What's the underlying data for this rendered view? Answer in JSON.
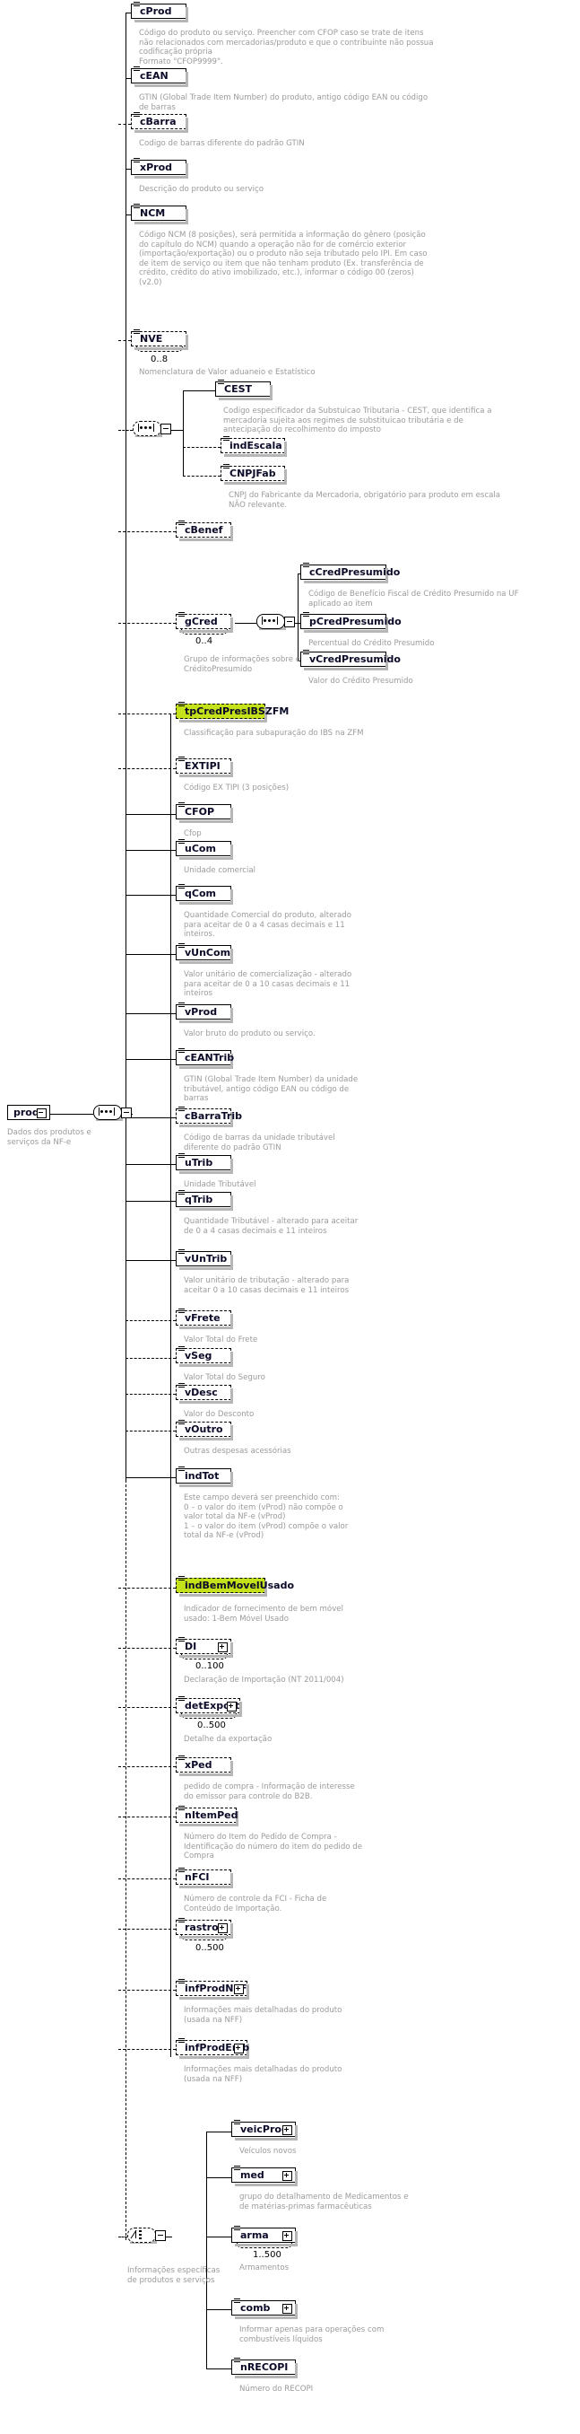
{
  "diagram": {
    "title": "prod",
    "root": {
      "label": "prod",
      "annotation": "Dados dos produtos e serviços da NF-e"
    },
    "cardinality_labels": {
      "nve": "0..8",
      "gcred": "0..4",
      "di": "0..100",
      "detexport": "0..500",
      "rastro": "0..500",
      "arma": "1..500"
    },
    "compositor_annotation_main": "",
    "choice_annotation": "Informações específicas de produtos e serviços"
  },
  "nodes": [
    {
      "name": "cProd",
      "optional": false,
      "highlight": false,
      "annotation": "Código do produto ou serviço. Preencher com CFOP caso se trate de itens não relacionados com mercadorias/produto e que o contribuinte não possua codificação própria\nFormato \"CFOP9999\"."
    },
    {
      "name": "cEAN",
      "optional": false,
      "highlight": false,
      "annotation": "GTIN (Global Trade Item Number) do produto, antigo código EAN ou código de barras"
    },
    {
      "name": "cBarra",
      "optional": true,
      "highlight": false,
      "annotation": "Codigo de barras diferente do padrão GTIN"
    },
    {
      "name": "xProd",
      "optional": false,
      "highlight": false,
      "annotation": "Descrição do produto ou serviço"
    },
    {
      "name": "NCM",
      "optional": false,
      "highlight": false,
      "annotation": "Código NCM (8 posições), será permitida a informação do gênero (posição do capítulo do NCM) quando a operação não for de comércio exterior (importação/exportação) ou o produto não seja tributado pelo IPI. Em caso de item de serviço ou item que não tenham produto (Ex. transferência de crédito, crédito do ativo imobilizado, etc.), informar o código 00 (zeros) (v2.0)"
    },
    {
      "name": "NVE",
      "optional": true,
      "highlight": false,
      "cardinality": "0..8",
      "annotation": "Nomenclatura de Valor aduaneio e Estatístico"
    },
    {
      "name": "CEST",
      "optional": false,
      "highlight": false,
      "annotation": "Codigo especificador da Substuicao Tributaria - CEST, que identifica a mercadoria sujeita aos regimes de  substituicao tributária e de antecipação do recolhimento  do imposto"
    },
    {
      "name": "indEscala",
      "optional": true,
      "highlight": false,
      "annotation": ""
    },
    {
      "name": "CNPJFab",
      "optional": true,
      "highlight": false,
      "annotation": "CNPJ do Fabricante da Mercadoria, obrigatório para produto em escala NÃO relevante."
    },
    {
      "name": "cBenef",
      "optional": true,
      "highlight": false,
      "annotation": ""
    },
    {
      "name": "cCredPresumido",
      "optional": false,
      "highlight": false,
      "annotation": "Código de Benefício Fiscal de Crédito Presumido na UF aplicado ao item"
    },
    {
      "name": "pCredPresumido",
      "optional": false,
      "highlight": false,
      "annotation": "Percentual do Crédito Presumido"
    },
    {
      "name": "vCredPresumido",
      "optional": false,
      "highlight": false,
      "annotation": "Valor do Crédito Presumido"
    },
    {
      "name": "gCred",
      "optional": true,
      "highlight": false,
      "cardinality": "0..4",
      "annotation": "Grupo de informações sobre o CréditoPresumido"
    },
    {
      "name": "tpCredPresIBSZFM",
      "optional": true,
      "highlight": true,
      "annotation": "Classificação para subapuração do IBS na ZFM"
    },
    {
      "name": "EXTIPI",
      "optional": true,
      "highlight": false,
      "annotation": "Código EX TIPI (3 posições)"
    },
    {
      "name": "CFOP",
      "optional": false,
      "highlight": false,
      "annotation": "Cfop"
    },
    {
      "name": "uCom",
      "optional": false,
      "highlight": false,
      "annotation": "Unidade comercial"
    },
    {
      "name": "qCom",
      "optional": false,
      "highlight": false,
      "annotation": "Quantidade Comercial  do produto, alterado para aceitar de 0 a 4 casas decimais e 11 inteiros."
    },
    {
      "name": "vUnCom",
      "optional": false,
      "highlight": false,
      "annotation": "Valor unitário de comercialização  - alterado para aceitar de 0 a 10 casas decimais e 11 inteiros"
    },
    {
      "name": "vProd",
      "optional": false,
      "highlight": false,
      "annotation": "Valor bruto do produto ou serviço."
    },
    {
      "name": "cEANTrib",
      "optional": false,
      "highlight": false,
      "annotation": "GTIN (Global Trade Item Number) da unidade tributável, antigo código EAN ou código de barras"
    },
    {
      "name": "cBarraTrib",
      "optional": true,
      "highlight": false,
      "annotation": "Código de barras da unidade tributável diferente do padrão GTIN"
    },
    {
      "name": "uTrib",
      "optional": false,
      "highlight": false,
      "annotation": "Unidade Tributável"
    },
    {
      "name": "qTrib",
      "optional": false,
      "highlight": false,
      "annotation": "Quantidade Tributável - alterado para aceitar de 0 a 4 casas decimais e 11 inteiros"
    },
    {
      "name": "vUnTrib",
      "optional": false,
      "highlight": false,
      "annotation": "Valor unitário de tributação - alterado para aceitar 0 a 10 casas decimais e 11 inteiros"
    },
    {
      "name": "vFrete",
      "optional": true,
      "highlight": false,
      "annotation": "Valor Total do Frete"
    },
    {
      "name": "vSeg",
      "optional": true,
      "highlight": false,
      "annotation": "Valor Total do Seguro"
    },
    {
      "name": "vDesc",
      "optional": true,
      "highlight": false,
      "annotation": "Valor do Desconto"
    },
    {
      "name": "vOutro",
      "optional": true,
      "highlight": false,
      "annotation": "Outras despesas acessórias"
    },
    {
      "name": "indTot",
      "optional": false,
      "highlight": false,
      "annotation": "Este campo deverá ser preenchido com:\n 0 – o valor do item (vProd) não compõe o valor total da NF-e (vProd)\n 1  – o valor do item (vProd) compõe o valor total da NF-e (vProd)"
    },
    {
      "name": "indBemMovelUsado",
      "optional": true,
      "highlight": true,
      "annotation": "Indicador de fornecimento de bem móvel usado: 1-Bem Móvel Usado"
    },
    {
      "name": "DI",
      "optional": true,
      "highlight": false,
      "cardinality": "0..100",
      "annotation": "Declaração de Importação (NT 2011/004)"
    },
    {
      "name": "detExport",
      "optional": true,
      "highlight": false,
      "cardinality": "0..500",
      "annotation": "Detalhe da exportação"
    },
    {
      "name": "xPed",
      "optional": true,
      "highlight": false,
      "annotation": "pedido de compra - Informação de interesse do emissor para controle do B2B."
    },
    {
      "name": "nItemPed",
      "optional": true,
      "highlight": false,
      "annotation": "Número do Item do Pedido de Compra - Identificação do número do item do pedido de Compra"
    },
    {
      "name": "nFCI",
      "optional": true,
      "highlight": false,
      "annotation": "Número de controle da FCI - Ficha de Conteúdo de Importação."
    },
    {
      "name": "rastro",
      "optional": true,
      "highlight": false,
      "cardinality": "0..500",
      "annotation": ""
    },
    {
      "name": "infProdNFF",
      "optional": true,
      "highlight": false,
      "annotation": "Informações mais detalhadas do produto (usada na NFF)"
    },
    {
      "name": "infProdEmb",
      "optional": true,
      "highlight": false,
      "annotation": "Informações mais detalhadas do produto (usada na NFF)"
    },
    {
      "name": "veicProd",
      "optional": false,
      "highlight": false,
      "annotation": "Veículos novos"
    },
    {
      "name": "med",
      "optional": false,
      "highlight": false,
      "annotation": "grupo do detalhamento de Medicamentos e de matérias-primas farmacêuticas"
    },
    {
      "name": "arma",
      "optional": false,
      "highlight": false,
      "cardinality": "1..500",
      "annotation": "Armamentos"
    },
    {
      "name": "comb",
      "optional": false,
      "highlight": false,
      "annotation": "Informar apenas para operações com combustíveis líquidos"
    },
    {
      "name": "nRECOPI",
      "optional": false,
      "highlight": false,
      "annotation": "Número do RECOPI"
    }
  ],
  "icons": {
    "expand": "plus-icon",
    "collapse": "minus-icon",
    "sequence": "sequence-compositor-icon",
    "choice": "choice-compositor-icon",
    "simple_type": "simple-type-icon"
  }
}
